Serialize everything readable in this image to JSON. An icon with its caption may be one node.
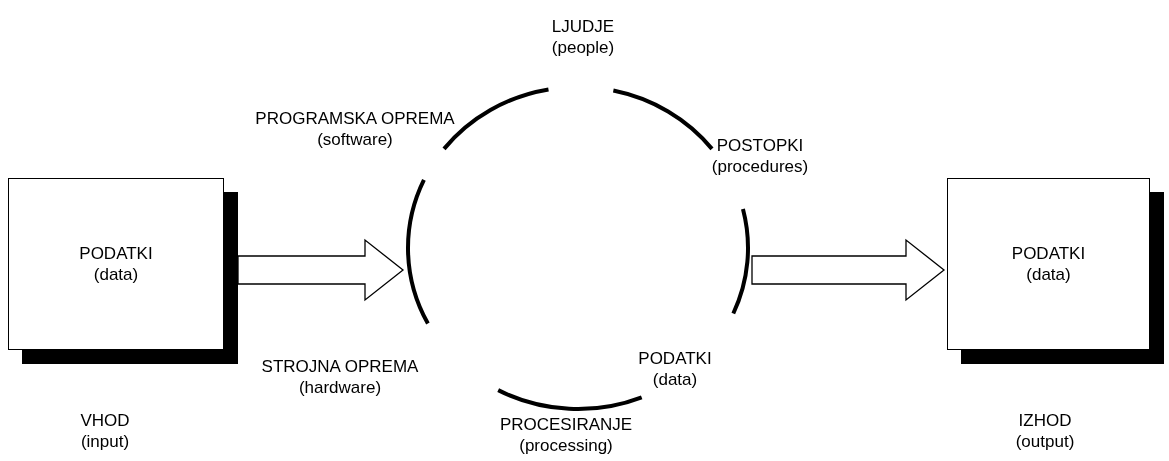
{
  "diagram": {
    "nodes": [
      {
        "text": [
          "PODATKI (data)"
        ],
        "beside": [
          "VHOD (input)"
        ]
      },
      {
        "text": [
          "PROCESIRANJE (processing)"
        ]
      },
      {
        "text": [
          "PODATKI (data)"
        ],
        "beside": [
          "IZHOD (output)"
        ]
      }
    ],
    "edges": [
      {
        "from": 0,
        "to": 1,
        "arrow": "to"
      },
      {
        "from": 1,
        "to": 2,
        "arrow": "to"
      }
    ],
    "labels": [
      "LJUDJE (people)",
      "PROGRAMSKA OPREMA (software)",
      "POSTOPKI (procedures)",
      "STROJNA OPREMA (hardware)",
      "PODATKI (data)"
    ]
  }
}
